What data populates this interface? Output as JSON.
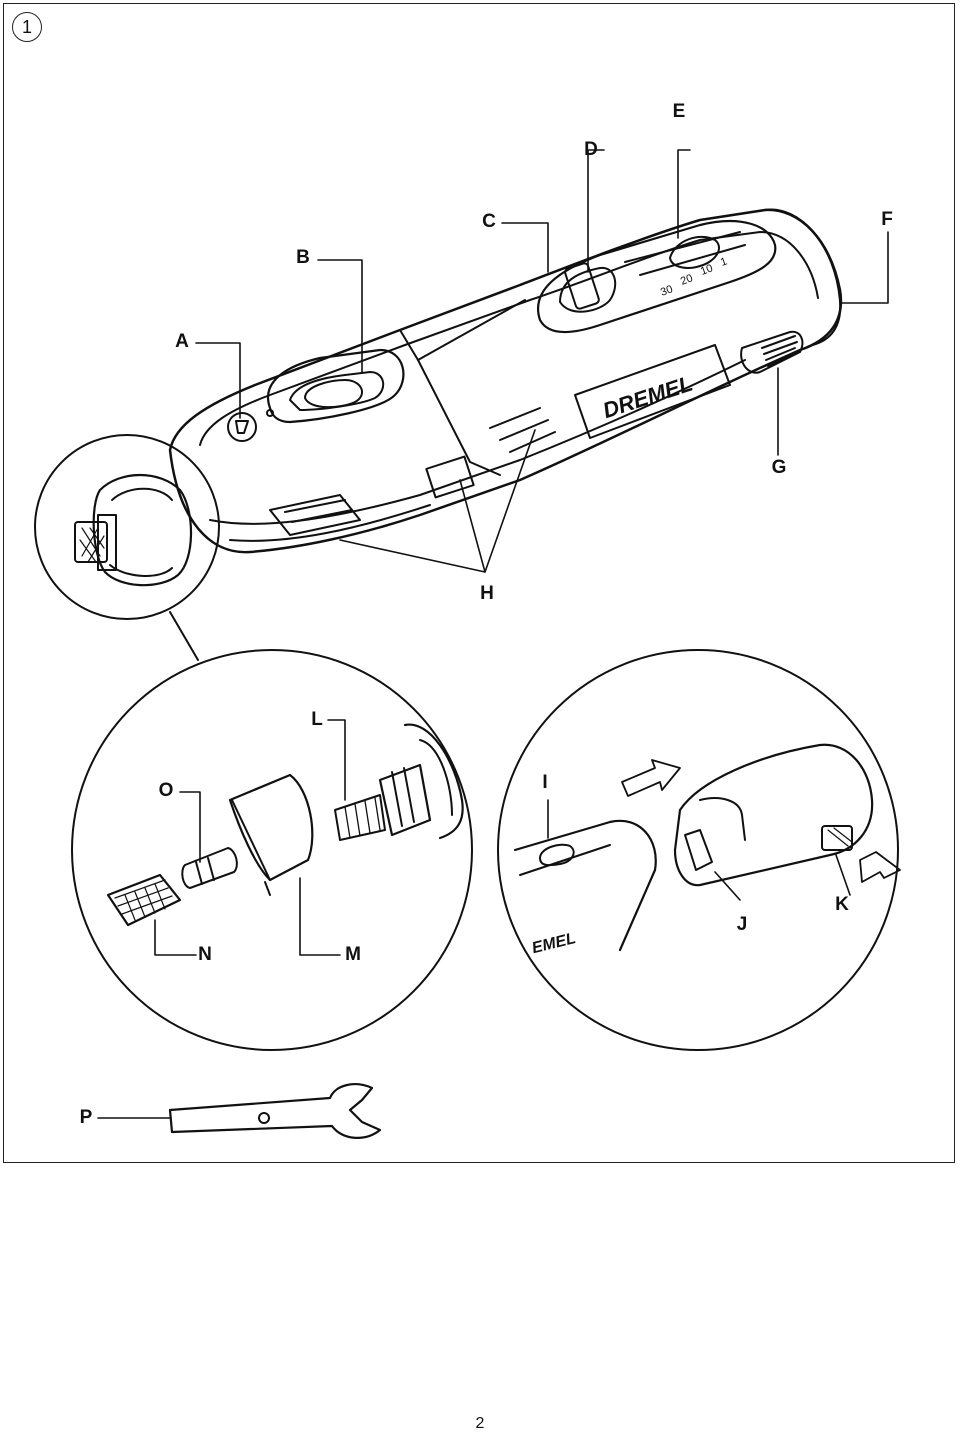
{
  "figure": {
    "number": "1"
  },
  "labels": {
    "A": "A",
    "B": "B",
    "C": "C",
    "D": "D",
    "E": "E",
    "F": "F",
    "G": "G",
    "H": "H",
    "I": "I",
    "J": "J",
    "K": "K",
    "L": "L",
    "M": "M",
    "N": "N",
    "O": "O",
    "P": "P"
  },
  "tool": {
    "brand": "DREMEL",
    "speed_dial_marks": [
      "30",
      "20",
      "10",
      "1"
    ],
    "zoom_brand": "EMEL"
  },
  "page": {
    "number": "2"
  }
}
